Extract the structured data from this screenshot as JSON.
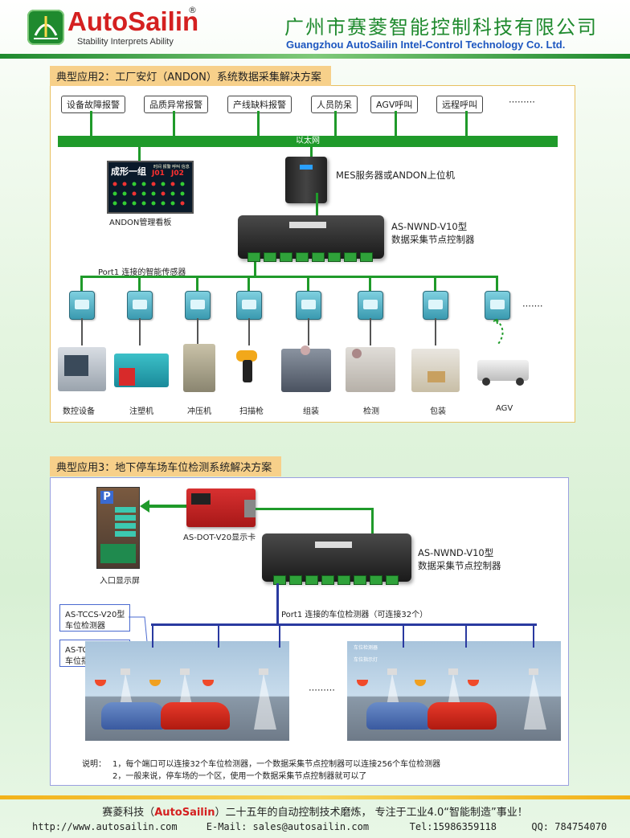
{
  "header": {
    "brand": "AutoSailin",
    "registered_mark": "®",
    "slogan": "Stability Interprets Ability",
    "company_cn": "广州市赛菱智能控制科技有限公司",
    "company_en": "Guangzhou AutoSailin Intel-Control Technology Co. Ltd."
  },
  "section2": {
    "title": "典型应用2：工厂安灯（ANDON）系统数据采集解决方案",
    "alarms": [
      "设备故障报警",
      "品质异常报警",
      "产线缺料报警",
      "人员防呆",
      "AGV呼叫",
      "远程呼叫"
    ],
    "alarms_more": "·········",
    "ethernet_label": "以太网",
    "board_title": "成形一组",
    "board_header": "时间 报警  呼叫 信息",
    "board_codes": [
      "J01",
      "J02"
    ],
    "board_label": "ANDON管理看板",
    "server_label": "MES服务器或ANDON上位机",
    "controller_model": "AS-NWND-V10型",
    "controller_desc": "数据采集节点控制器",
    "port_label": "Port1 连接的智能传感器",
    "devices_more": "·······",
    "devices": [
      "数控设备",
      "注塑机",
      "冲压机",
      "扫描枪",
      "组装",
      "检测",
      "包装",
      "AGV"
    ]
  },
  "section3": {
    "title": "典型应用3：地下停车场车位检测系统解决方案",
    "display_card": "AS-DOT-V20显示卡",
    "entrance_label": "入口显示屏",
    "sign_letter": "P",
    "controller_model": "AS-NWND-V10型",
    "controller_desc": "数据采集节点控制器",
    "detector_model": "AS-TCCS-V20型",
    "detector_desc": "车位检测器",
    "indicator_model": "AS-TCCL-V10型",
    "indicator_desc": "车位指示灯",
    "port_label": "Port1 连接的车位检测器（可连接32个）",
    "middle_dots": "·········",
    "right_tag1": "车位检测器",
    "right_tag2": "车位指示灯",
    "note_prefix": "说明：",
    "notes": [
      "1，每个端口可以连接32个车位检测器，一个数据采集节点控制器可以连接256个车位检测器",
      "2，一般来说，停车场的一个区，使用一个数据采集节点控制器就可以了"
    ]
  },
  "footer": {
    "line1_a": "赛菱科技（",
    "line1_brand": "AutoSailin",
    "line1_b": "）二十五年的自动控制技术磨炼，  专注于工业4.0“智能制造”事业！",
    "website": "http://www.autosailin.com",
    "email": "E-Mail: sales@autosailin.com",
    "tel": "Tel:15986359118",
    "qq": "QQ: 784754070"
  },
  "colors": {
    "brand_red": "#d42020",
    "green": "#1f9a2a",
    "blue": "#1e57c0",
    "title_bg": "#f7d08a"
  }
}
